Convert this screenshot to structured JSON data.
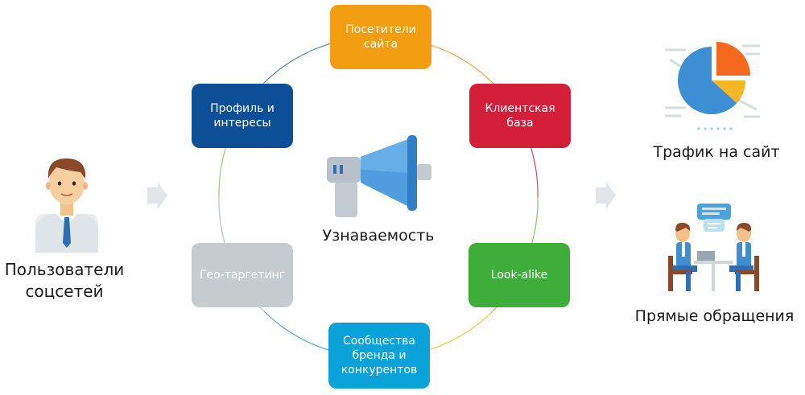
{
  "left": {
    "label": "Пользователи\nсоцсетей"
  },
  "center": {
    "label": "Узнаваемость"
  },
  "boxes": {
    "top": "Посетители\nсайта",
    "client_base": "Клиентская\nбаза",
    "look_alike": "Look-alike",
    "communities": "Сообщества\nбренда и\nконкурентов",
    "geo": "Гео-таргетинг",
    "profile": "Профиль и\nинтересы"
  },
  "right": {
    "traffic": "Трафик на сайт",
    "direct": "Прямые обращения"
  },
  "colors": {
    "orange": "#f29d12",
    "red": "#d41f3b",
    "green": "#3fad3a",
    "cyan": "#0aa2d8",
    "gray": "#c6cbcf",
    "navy": "#0d4f96"
  }
}
